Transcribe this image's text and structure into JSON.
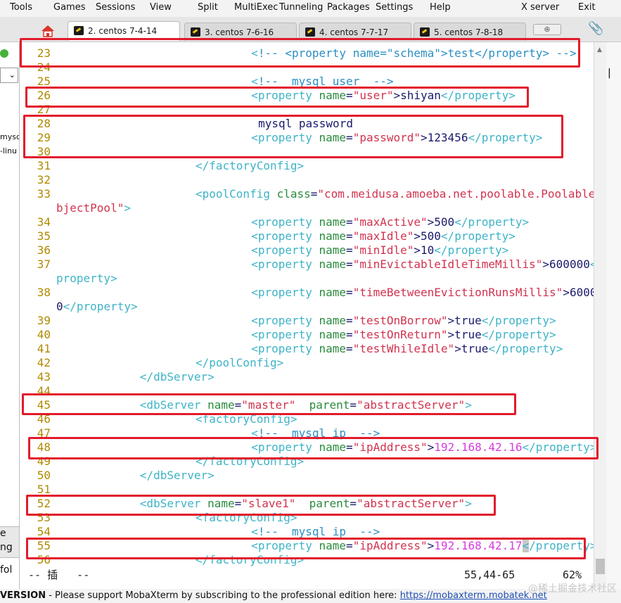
{
  "menubar": {
    "items": [
      "Tools",
      "Games",
      "Sessions",
      "View",
      "Split",
      "MultiExec",
      "Tunneling",
      "Packages",
      "Settings",
      "Help",
      "X server",
      "Exit"
    ]
  },
  "tabs": [
    {
      "label": "2. centos 7-4-14",
      "active": true
    },
    {
      "label": "3. centos 7-6-16",
      "active": false
    },
    {
      "label": "4. centos 7-7-17",
      "active": false
    },
    {
      "label": "5. centos 7-8-18",
      "active": false
    }
  ],
  "left_pane": {
    "fragments": [
      "mysc",
      "-linu",
      "e",
      "ng",
      "fol"
    ]
  },
  "editor": {
    "lines": [
      {
        "n": "23",
        "segments": [
          [
            "cm",
            "!-- <property name=\"schema\">test</property> -->"
          ]
        ],
        "indent": 28,
        "prefix": [
          [
            "tg",
            "<"
          ]
        ]
      },
      {
        "n": "24",
        "segments": []
      },
      {
        "n": "25",
        "segments": [
          [
            "cm",
            "!--  mysql user  -->"
          ]
        ],
        "indent": 28,
        "prefix": [
          [
            "tg",
            "<"
          ]
        ]
      },
      {
        "n": "26",
        "segments": [
          [
            "tg",
            "<property "
          ],
          [
            "at",
            "name"
          ],
          [
            "tx",
            "="
          ],
          [
            "vl",
            "\"user\""
          ],
          [
            "tx",
            ">shiyan"
          ],
          [
            "tg",
            "</property>"
          ]
        ],
        "indent": 28
      },
      {
        "n": "27",
        "segments": []
      },
      {
        "n": "28",
        "segments": [
          [
            "tx",
            "mysql password"
          ]
        ],
        "indent": 29
      },
      {
        "n": "29",
        "segments": [
          [
            "tg",
            "<property "
          ],
          [
            "at",
            "name"
          ],
          [
            "tx",
            "="
          ],
          [
            "vl",
            "\"password\""
          ],
          [
            "tx",
            ">123456"
          ],
          [
            "tg",
            "</property>"
          ]
        ],
        "indent": 28
      },
      {
        "n": "30",
        "segments": []
      },
      {
        "n": "31",
        "segments": [
          [
            "tg",
            "</factoryConfig>"
          ]
        ],
        "indent": 20
      },
      {
        "n": "32",
        "segments": []
      },
      {
        "n": "33",
        "segments": [
          [
            "tg",
            "<poolConfig "
          ],
          [
            "at",
            "class"
          ],
          [
            "tx",
            "="
          ],
          [
            "vl",
            "\"com.meidusa.amoeba.net.poolable.PoolableO"
          ]
        ],
        "indent": 20
      },
      {
        "wrap": true,
        "segments": [
          [
            "vl",
            "bjectPool\""
          ],
          [
            "tg",
            ">"
          ]
        ]
      },
      {
        "n": "34",
        "segments": [
          [
            "tg",
            "<property "
          ],
          [
            "at",
            "name"
          ],
          [
            "tx",
            "="
          ],
          [
            "vl",
            "\"maxActive\""
          ],
          [
            "tx",
            ">500"
          ],
          [
            "tg",
            "</property>"
          ]
        ],
        "indent": 28
      },
      {
        "n": "35",
        "segments": [
          [
            "tg",
            "<property "
          ],
          [
            "at",
            "name"
          ],
          [
            "tx",
            "="
          ],
          [
            "vl",
            "\"maxIdle\""
          ],
          [
            "tx",
            ">500"
          ],
          [
            "tg",
            "</property>"
          ]
        ],
        "indent": 28
      },
      {
        "n": "36",
        "segments": [
          [
            "tg",
            "<property "
          ],
          [
            "at",
            "name"
          ],
          [
            "tx",
            "="
          ],
          [
            "vl",
            "\"minIdle\""
          ],
          [
            "tx",
            ">10"
          ],
          [
            "tg",
            "</property>"
          ]
        ],
        "indent": 28
      },
      {
        "n": "37",
        "segments": [
          [
            "tg",
            "<property "
          ],
          [
            "at",
            "name"
          ],
          [
            "tx",
            "="
          ],
          [
            "vl",
            "\"minEvictableIdleTimeMillis\""
          ],
          [
            "tx",
            ">600000"
          ],
          [
            "tg",
            "</"
          ]
        ],
        "indent": 28
      },
      {
        "wrap": true,
        "segments": [
          [
            "tg",
            "property>"
          ]
        ]
      },
      {
        "n": "38",
        "segments": [
          [
            "tg",
            "<property "
          ],
          [
            "at",
            "name"
          ],
          [
            "tx",
            "="
          ],
          [
            "vl",
            "\"timeBetweenEvictionRunsMillis\""
          ],
          [
            "tx",
            ">60000"
          ]
        ],
        "indent": 28
      },
      {
        "wrap": true,
        "segments": [
          [
            "tx",
            "0"
          ],
          [
            "tg",
            "</property>"
          ]
        ]
      },
      {
        "n": "39",
        "segments": [
          [
            "tg",
            "<property "
          ],
          [
            "at",
            "name"
          ],
          [
            "tx",
            "="
          ],
          [
            "vl",
            "\"testOnBorrow\""
          ],
          [
            "tx",
            ">true"
          ],
          [
            "tg",
            "</property>"
          ]
        ],
        "indent": 28
      },
      {
        "n": "40",
        "segments": [
          [
            "tg",
            "<property "
          ],
          [
            "at",
            "name"
          ],
          [
            "tx",
            "="
          ],
          [
            "vl",
            "\"testOnReturn\""
          ],
          [
            "tx",
            ">true"
          ],
          [
            "tg",
            "</property>"
          ]
        ],
        "indent": 28
      },
      {
        "n": "41",
        "segments": [
          [
            "tg",
            "<property "
          ],
          [
            "at",
            "name"
          ],
          [
            "tx",
            "="
          ],
          [
            "vl",
            "\"testWhileIdle\""
          ],
          [
            "tx",
            ">true"
          ],
          [
            "tg",
            "</property>"
          ]
        ],
        "indent": 28
      },
      {
        "n": "42",
        "segments": [
          [
            "tg",
            "</poolConfig>"
          ]
        ],
        "indent": 20
      },
      {
        "n": "43",
        "segments": [
          [
            "tg",
            "</dbServer>"
          ]
        ],
        "indent": 12
      },
      {
        "n": "44",
        "segments": []
      },
      {
        "n": "45",
        "segments": [
          [
            "tg",
            "<dbServer "
          ],
          [
            "at",
            "name"
          ],
          [
            "tx",
            "="
          ],
          [
            "vl",
            "\"master\""
          ],
          [
            "tx",
            "  "
          ],
          [
            "at",
            "parent"
          ],
          [
            "tx",
            "="
          ],
          [
            "vl",
            "\"abstractServer\""
          ],
          [
            "tg",
            ">"
          ]
        ],
        "indent": 12
      },
      {
        "n": "46",
        "segments": [
          [
            "tg",
            "<factoryConfig>"
          ]
        ],
        "indent": 20
      },
      {
        "n": "47",
        "segments": [
          [
            "cm",
            "!--  mysql ip  -->"
          ]
        ],
        "indent": 28,
        "prefix": [
          [
            "tg",
            "<"
          ]
        ]
      },
      {
        "n": "48",
        "segments": [
          [
            "tg",
            "<property "
          ],
          [
            "at",
            "name"
          ],
          [
            "tx",
            "="
          ],
          [
            "vl",
            "\"ipAddress\""
          ],
          [
            "tx",
            ">"
          ],
          [
            "ip",
            "192.168.42.16"
          ],
          [
            "tg",
            "</property>"
          ]
        ],
        "indent": 28
      },
      {
        "n": "49",
        "segments": [
          [
            "tg",
            "</factoryConfig>"
          ]
        ],
        "indent": 20
      },
      {
        "n": "50",
        "segments": [
          [
            "tg",
            "</dbServer>"
          ]
        ],
        "indent": 12
      },
      {
        "n": "51",
        "segments": []
      },
      {
        "n": "52",
        "segments": [
          [
            "tg",
            "<dbServer "
          ],
          [
            "at",
            "name"
          ],
          [
            "tx",
            "="
          ],
          [
            "vl",
            "\"slave1\""
          ],
          [
            "tx",
            "  "
          ],
          [
            "at",
            "parent"
          ],
          [
            "tx",
            "="
          ],
          [
            "vl",
            "\"abstractServer\""
          ],
          [
            "tg",
            ">"
          ]
        ],
        "indent": 12
      },
      {
        "n": "53",
        "segments": [
          [
            "tg",
            "<factoryConfig>"
          ]
        ],
        "indent": 20
      },
      {
        "n": "54",
        "segments": [
          [
            "cm",
            "!--  mysql ip  -->"
          ]
        ],
        "indent": 28,
        "prefix": [
          [
            "tg",
            "<"
          ]
        ]
      },
      {
        "n": "55",
        "segments": [
          [
            "tg",
            "<property "
          ],
          [
            "at",
            "name"
          ],
          [
            "tx",
            "="
          ],
          [
            "vl",
            "\"ipAddress\""
          ],
          [
            "tx",
            ">"
          ],
          [
            "ip",
            "192.168.42.17"
          ],
          [
            "cursor",
            "<"
          ],
          [
            "tg",
            "/property>"
          ]
        ],
        "indent": 28
      },
      {
        "n": "56",
        "segments": [
          [
            "tg",
            "</factoryConfig>"
          ]
        ],
        "indent": 20
      }
    ]
  },
  "status": {
    "mode": "-- 插   --",
    "position": "55,44-65",
    "percent": "62%"
  },
  "footer": {
    "brand": "VERSION",
    "message": " -  Please support MobaXterm by subscribing to the professional edition here: ",
    "link": "https://mobaxterm.mobatek.net",
    "watermark": "@稀土掘金技术社区"
  },
  "colors": {
    "highlight_box": "#e21b2b",
    "line_number": "#b08a00",
    "tag": "#3eb3c7",
    "attribute": "#2b8a3e",
    "value": "#d1334f",
    "ip": "#d63de0"
  }
}
